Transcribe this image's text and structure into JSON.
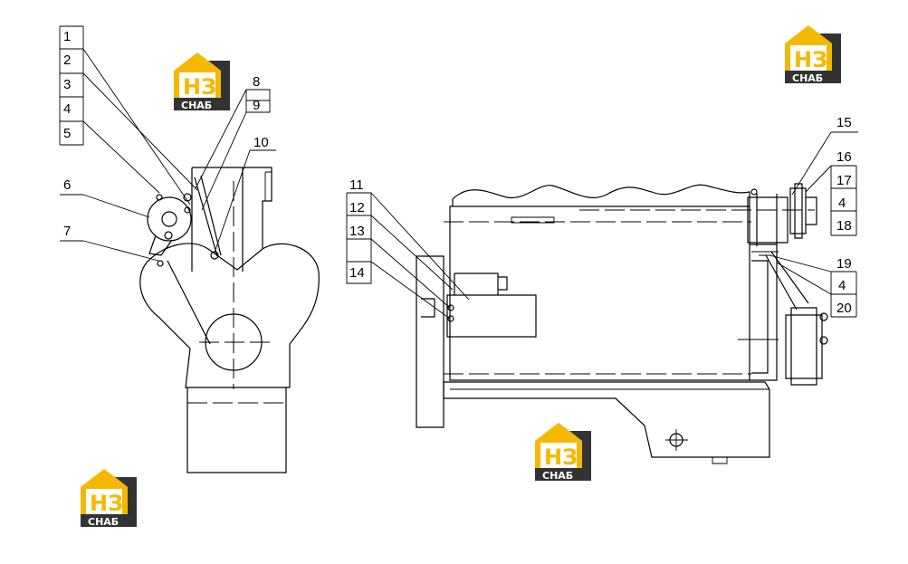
{
  "callouts": {
    "c1": "1",
    "c2": "2",
    "c3": "3",
    "c4": "4",
    "c5": "5",
    "c6": "6",
    "c7": "7",
    "c8": "8",
    "c9": "9",
    "c10": "10",
    "c11": "11",
    "c12": "12",
    "c13": "13",
    "c14": "14",
    "c15": "15",
    "c16": "16",
    "c17": "17",
    "c4b": "4",
    "c18": "18",
    "c19": "19",
    "c4c": "4",
    "c20": "20"
  },
  "logo": {
    "letters": "НЗ",
    "text": "СНАБ",
    "color": "#f5b800"
  }
}
